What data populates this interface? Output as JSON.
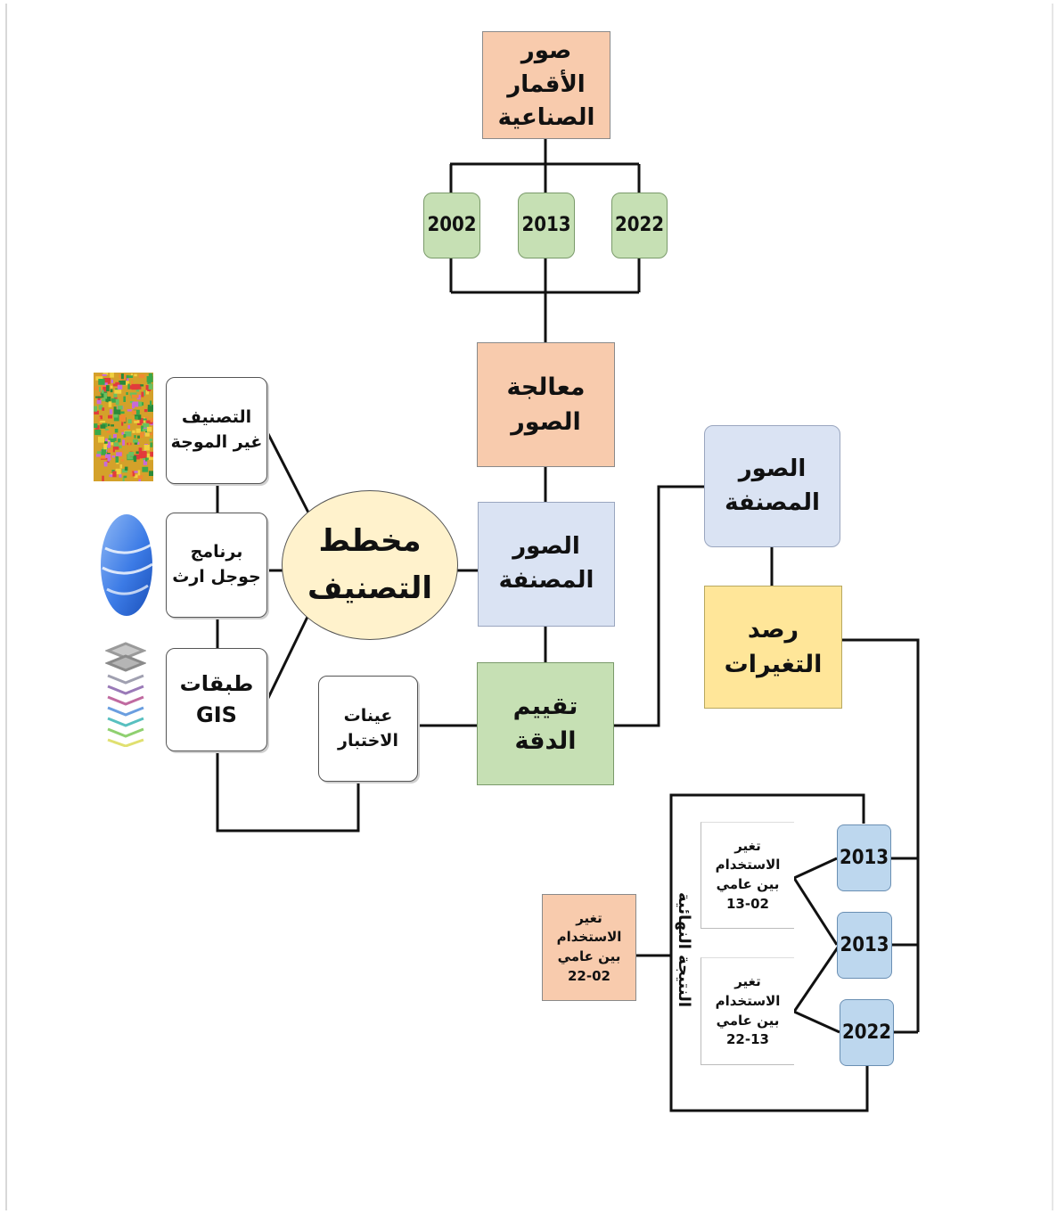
{
  "diagram": {
    "satellite_images": "صور الأقمار الصناعية",
    "years_top": [
      "2002",
      "2013",
      "2022"
    ],
    "image_processing": "معالجة الصور",
    "classified_images_center": "الصور المصنفة",
    "accuracy_assessment": "تقييم الدقة",
    "classified_images_right": "الصور المصنفة",
    "change_monitoring": "رصد التغيرات",
    "classification_scheme": "مخطط التصنيف",
    "unsupervised_classification": "التصنيف غير الموجة",
    "google_earth": "برنامج جوجل ارث",
    "gis_layers": "طبقات GIS",
    "test_samples": "عينات الاختبار",
    "years_change": [
      "2013",
      "2013",
      "2022"
    ],
    "change_02_13": "تغير الاستخدام بين عامي 02-13",
    "change_13_22": "تغير الاستخدام بين عامي 13-22",
    "change_02_22": "تغير الاستخدام بين عامي 02-22",
    "final_result": "النتيجة النهائية"
  },
  "icons": [
    "classified-map-thumbnail-icon",
    "google-earth-icon",
    "gis-layers-icon"
  ],
  "colors": {
    "salmon": "#f8cbad",
    "green": "#c6e0b4",
    "blue": "#dae3f3",
    "yellow": "#ffe699",
    "light_blue": "#bdd7ee",
    "ellipse": "#fff2cc"
  }
}
